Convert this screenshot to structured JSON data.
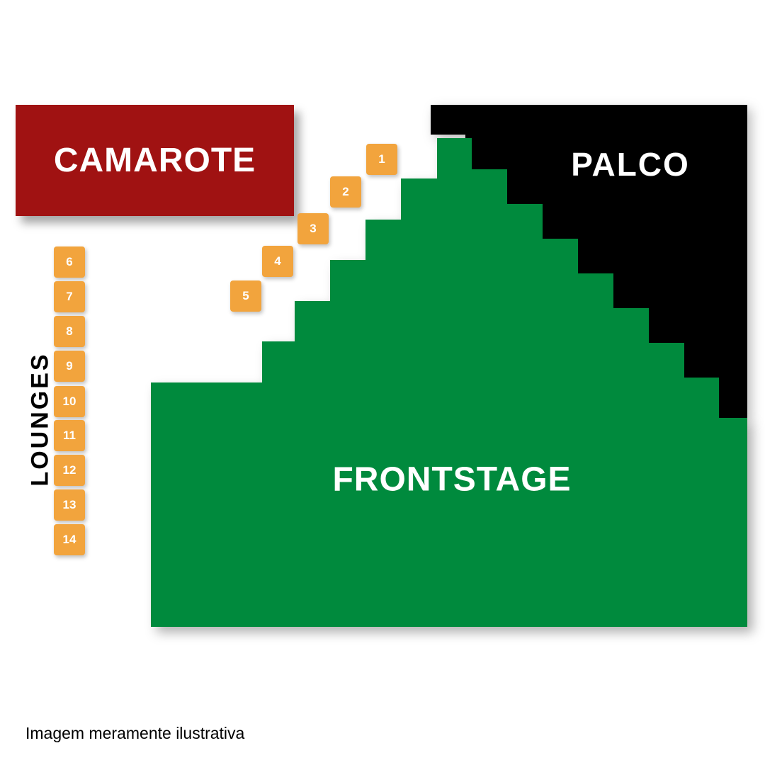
{
  "canvas": {
    "background": "#ffffff"
  },
  "regions": {
    "camarote": {
      "label": "CAMAROTE",
      "color": "#a01212",
      "text_color": "#ffffff"
    },
    "palco": {
      "label": "PALCO",
      "color": "#000000",
      "text_color": "#ffffff"
    },
    "frontstage": {
      "label": "FRONTSTAGE",
      "color": "#008a3d",
      "text_color": "#ffffff"
    },
    "lounges": {
      "label": "LOUNGES",
      "text_color": "#000000"
    }
  },
  "markers": {
    "color": "#f2a43d",
    "text_color": "#ffffff",
    "diagonal": [
      {
        "label": "1"
      },
      {
        "label": "2"
      },
      {
        "label": "3"
      },
      {
        "label": "4"
      },
      {
        "label": "5"
      }
    ],
    "lounge_column": [
      {
        "label": "6"
      },
      {
        "label": "7"
      },
      {
        "label": "8"
      },
      {
        "label": "9"
      },
      {
        "label": "10"
      },
      {
        "label": "11"
      },
      {
        "label": "12"
      },
      {
        "label": "13"
      },
      {
        "label": "14"
      }
    ]
  },
  "footer": {
    "disclaimer": "Imagem meramente ilustrativa"
  }
}
